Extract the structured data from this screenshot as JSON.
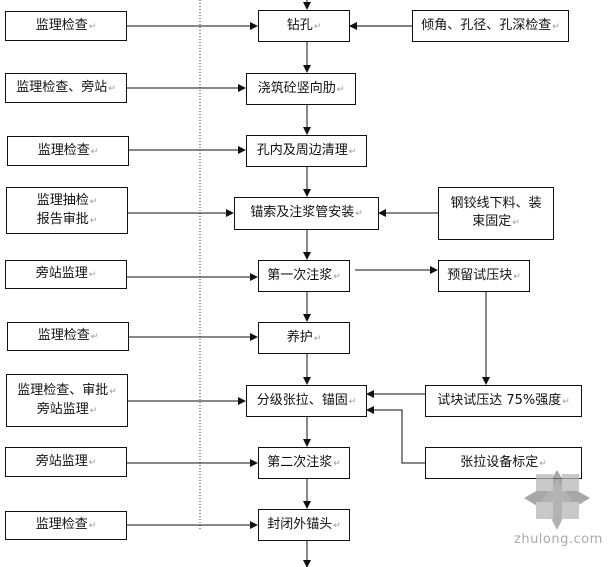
{
  "diagram": {
    "type": "flowchart",
    "supervision_column": [
      {
        "id": "s1",
        "lines": [
          "监理检查"
        ]
      },
      {
        "id": "s2",
        "lines": [
          "监理检查、旁站"
        ]
      },
      {
        "id": "s3",
        "lines": [
          "监理检查"
        ]
      },
      {
        "id": "s4",
        "lines": [
          "监理抽检",
          "报告审批"
        ]
      },
      {
        "id": "s5",
        "lines": [
          "旁站监理"
        ]
      },
      {
        "id": "s6",
        "lines": [
          "监理检查"
        ]
      },
      {
        "id": "s7",
        "lines": [
          "监理检查、审批",
          "旁站监理"
        ]
      },
      {
        "id": "s8",
        "lines": [
          "旁站监理"
        ]
      },
      {
        "id": "s9",
        "lines": [
          "监理检查"
        ]
      }
    ],
    "process_steps": [
      {
        "id": "p1",
        "label": "钻孔"
      },
      {
        "id": "p2",
        "label": "浇筑砼竖向肋"
      },
      {
        "id": "p3",
        "label": "孔内及周边清理"
      },
      {
        "id": "p4",
        "label": "锚索及注浆管安装"
      },
      {
        "id": "p5",
        "label": "第一次注浆"
      },
      {
        "id": "p6",
        "label": "养护"
      },
      {
        "id": "p7",
        "label": "分级张拉、锚固"
      },
      {
        "id": "p8",
        "label": "第二次注浆"
      },
      {
        "id": "p9",
        "label": "封闭外锚头"
      }
    ],
    "side_inputs": [
      {
        "id": "r1",
        "lines": [
          "倾角、孔径、孔深检查"
        ],
        "to": "p1"
      },
      {
        "id": "r2",
        "lines": [
          "钢铰线下料、装",
          "束固定"
        ],
        "to": "p4"
      },
      {
        "id": "r3",
        "lines": [
          "预留试压块"
        ],
        "from": "p5"
      },
      {
        "id": "r4",
        "lines": [
          "试块试压达 75%强度"
        ],
        "to": "p7",
        "from": "r3"
      },
      {
        "id": "r5",
        "lines": [
          "张拉设备标定"
        ],
        "to": "p7"
      }
    ],
    "paragraph_mark": "↵"
  },
  "watermark": {
    "text": "zhulong.com",
    "icon": "zhulong-logo-icon",
    "color": "#aaaaaa"
  }
}
